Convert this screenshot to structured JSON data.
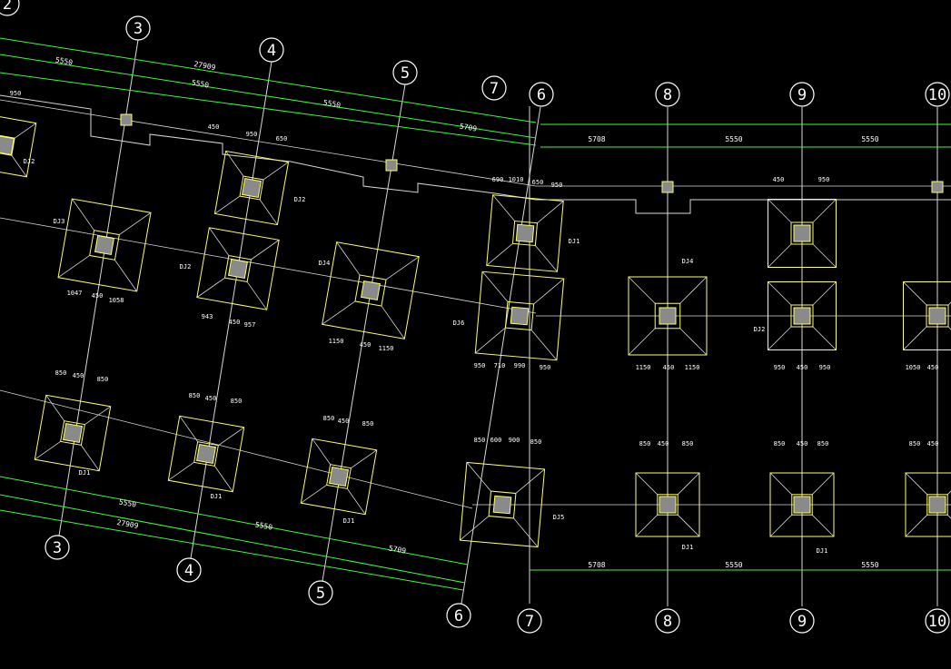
{
  "colors": {
    "background": "#000000",
    "grid_line": "#d8d8d8",
    "dimension_line": "#33ff33",
    "footing_outline": "#ffff66",
    "column_fill": "#8a8a8a",
    "text": "#ffffff",
    "bubble": "#ffffff"
  },
  "grid_axes": {
    "top": [
      "3",
      "4",
      "5",
      "7",
      "6",
      "8",
      "9",
      "10"
    ],
    "bottom": [
      "3",
      "4",
      "5",
      "6",
      "7",
      "8",
      "9",
      "10"
    ],
    "corner": "2"
  },
  "dimensions": {
    "upper_left": [
      "5550",
      "27909",
      "5550",
      "5550",
      "5709"
    ],
    "upper_right": [
      "5708",
      "5550",
      "5550"
    ],
    "lower_left": [
      "5550",
      "27909",
      "5550",
      "5709"
    ],
    "lower_right": [
      "5708",
      "5550",
      "5550"
    ],
    "upper_small": [
      "950",
      "450",
      "950",
      "650",
      "690",
      "1010",
      "650",
      "950",
      "450",
      "950"
    ],
    "mid_labels": [
      "1047",
      "450",
      "1058",
      "943",
      "450",
      "957",
      "1150",
      "450",
      "1150",
      "950",
      "710",
      "990",
      "950",
      "1150",
      "450",
      "1150",
      "950",
      "450",
      "950",
      "1050",
      "450"
    ],
    "lower_small": [
      "850",
      "450",
      "850",
      "850",
      "450",
      "850",
      "850",
      "450",
      "850",
      "850",
      "600",
      "900",
      "850",
      "850",
      "450",
      "850",
      "850",
      "450",
      "850",
      "850",
      "450"
    ]
  },
  "footing_labels": [
    "DJ2",
    "DJ3",
    "DJ2",
    "DJ2",
    "DJ4",
    "DJ1",
    "DJ6",
    "DJ4",
    "DJ2",
    "DJ1",
    "DJ1",
    "DJ1",
    "DJ5",
    "DJ1",
    "DJ1"
  ]
}
